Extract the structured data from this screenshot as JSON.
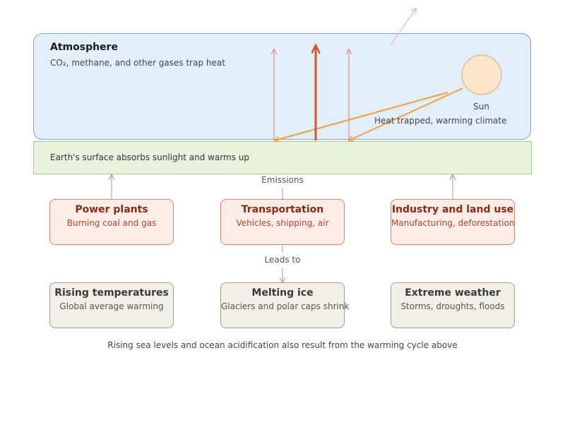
{
  "atmosphere": {
    "title": "Atmosphere",
    "subtitle": "CO₂, methane, and other gases trap heat"
  },
  "surface": {
    "label": "Earth's surface absorbs sunlight and warms up"
  },
  "sun": {
    "label": "Sun",
    "heat_label": "Heat trapped, warming climate"
  },
  "emissions_label": "Emissions",
  "leads_to_label": "Leads to",
  "sources": [
    {
      "title": "Power plants",
      "desc": "Burning coal and gas"
    },
    {
      "title": "Transportation",
      "desc": "Vehicles, shipping, air"
    },
    {
      "title": "Industry and land use",
      "desc": "Manufacturing, deforestation"
    }
  ],
  "impacts": [
    {
      "title": "Rising temperatures",
      "desc": "Global average warming"
    },
    {
      "title": "Melting ice",
      "desc": "Glaciers and polar caps shrink"
    },
    {
      "title": "Extreme weather",
      "desc": "Storms, droughts, floods"
    }
  ],
  "footnote": "Rising sea levels and ocean acidification also result from the warming cycle above",
  "colors": {
    "sunlight": "#f0a040",
    "heat": "#d9522b",
    "heat_light": "#e3917a"
  }
}
